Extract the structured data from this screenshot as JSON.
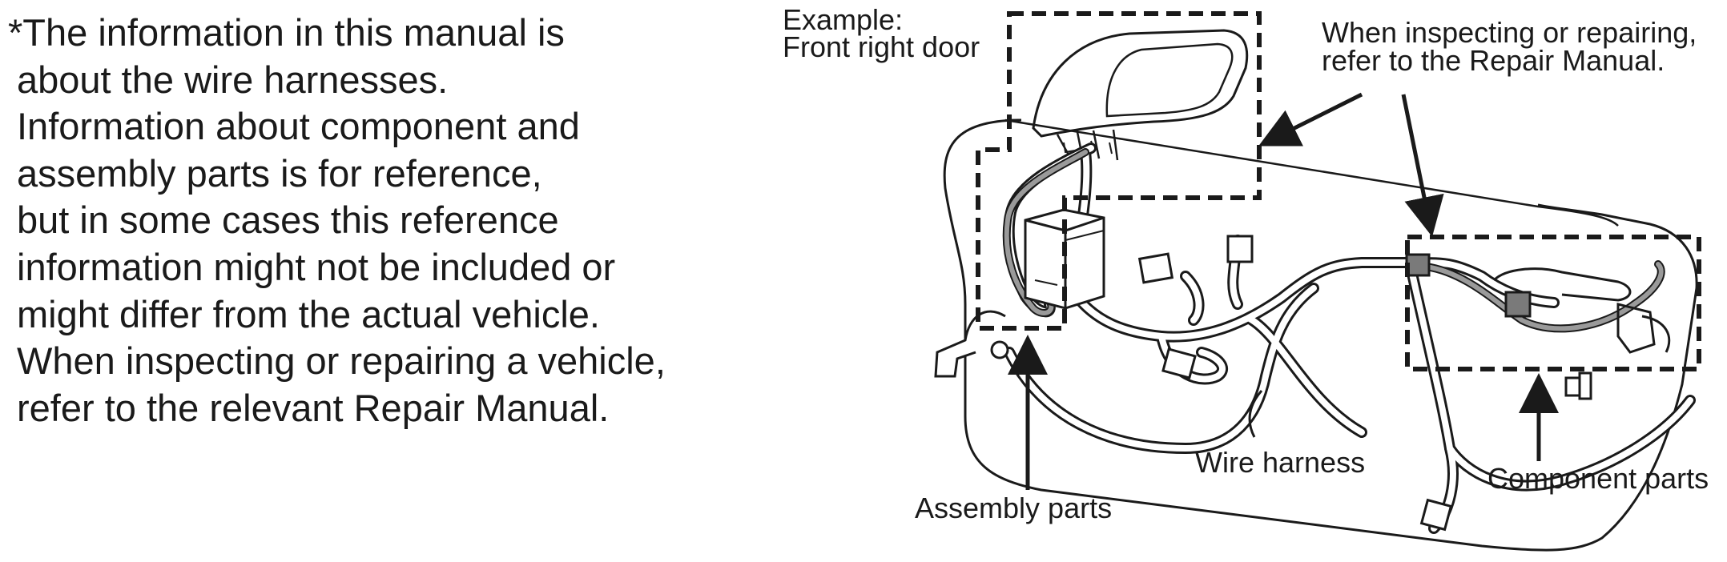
{
  "note": {
    "lines": [
      "*The information in this manual is",
      "about the wire harnesses.",
      "Information about component and",
      "assembly parts is for reference,",
      "but in some cases this reference",
      "information might not be included or",
      "might differ from the actual vehicle.",
      "When inspecting or repairing a vehicle,",
      "refer to the relevant Repair Manual."
    ]
  },
  "diagram": {
    "example_label": "Example:",
    "example_value": "Front right door",
    "callout_line1": "When inspecting or repairing,",
    "callout_line2": "refer to the Repair Manual.",
    "wire_harness_label": "Wire harness",
    "assembly_parts_label": "Assembly parts",
    "component_parts_label": "Component parts"
  }
}
